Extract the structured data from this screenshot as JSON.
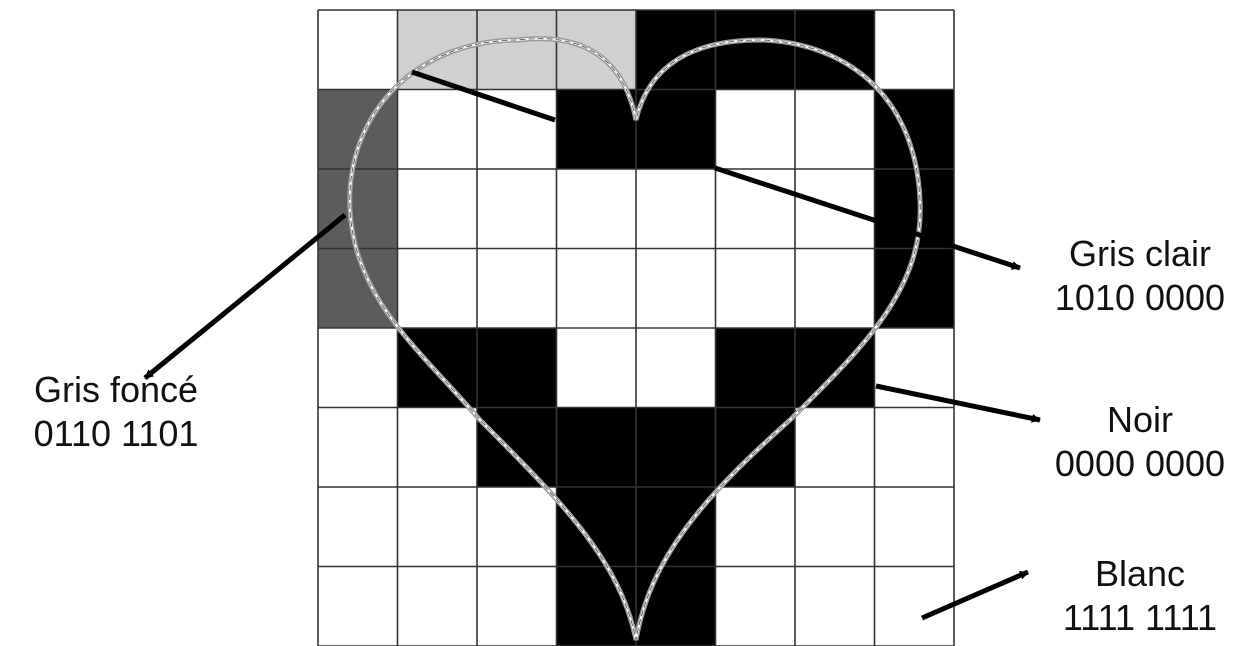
{
  "colors": {
    "white": "#ffffff",
    "light_gray": "#d0d0d0",
    "dark_gray": "#5c5c5c",
    "black": "#000000",
    "grid_line": "#333333",
    "arrow": "#000000"
  },
  "grid": {
    "rows": 8,
    "cols": 8,
    "cells": [
      [
        "white",
        "light_gray",
        "light_gray",
        "light_gray",
        "black",
        "black",
        "black",
        "white"
      ],
      [
        "dark_gray",
        "white",
        "white",
        "black",
        "black",
        "white",
        "white",
        "black"
      ],
      [
        "dark_gray",
        "white",
        "white",
        "white",
        "white",
        "white",
        "white",
        "black"
      ],
      [
        "dark_gray",
        "white",
        "white",
        "white",
        "white",
        "white",
        "white",
        "black"
      ],
      [
        "white",
        "black",
        "black",
        "white",
        "white",
        "black",
        "black",
        "white"
      ],
      [
        "white",
        "white",
        "black",
        "black",
        "black",
        "black",
        "white",
        "white"
      ],
      [
        "white",
        "white",
        "white",
        "black",
        "black",
        "white",
        "white",
        "white"
      ],
      [
        "white",
        "white",
        "white",
        "black",
        "black",
        "white",
        "white",
        "white"
      ]
    ]
  },
  "labels": {
    "gris_fonce": {
      "name": "Gris foncé",
      "code": "0110 1101"
    },
    "gris_clair": {
      "name": "Gris clair",
      "code": "1010 0000"
    },
    "noir": {
      "name": "Noir",
      "code": "0000 0000"
    },
    "blanc": {
      "name": "Blanc",
      "code": "1111 1111"
    }
  }
}
